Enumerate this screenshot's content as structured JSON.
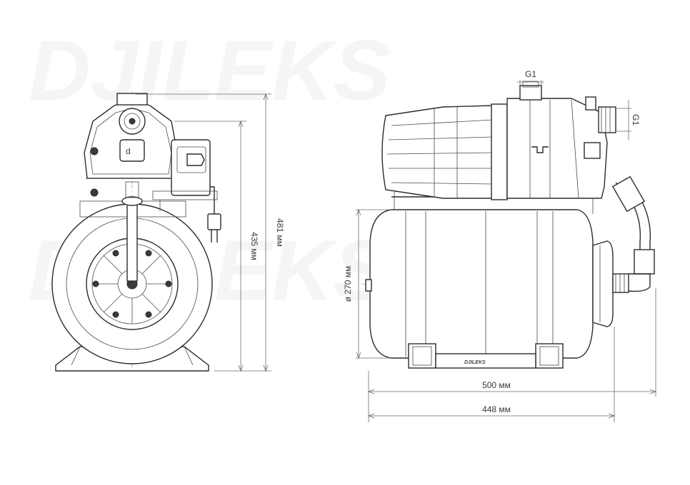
{
  "dimensions": {
    "front_height_total": "481 мм",
    "front_height_tank": "435 мм",
    "side_diameter": "ø 270 мм",
    "side_length_total": "500 мм",
    "side_base_length": "448 мм",
    "outlet_thread": "G1",
    "inlet_thread": "G1"
  },
  "brand_mark": "DJILEKS",
  "watermark": "DJILEKS"
}
